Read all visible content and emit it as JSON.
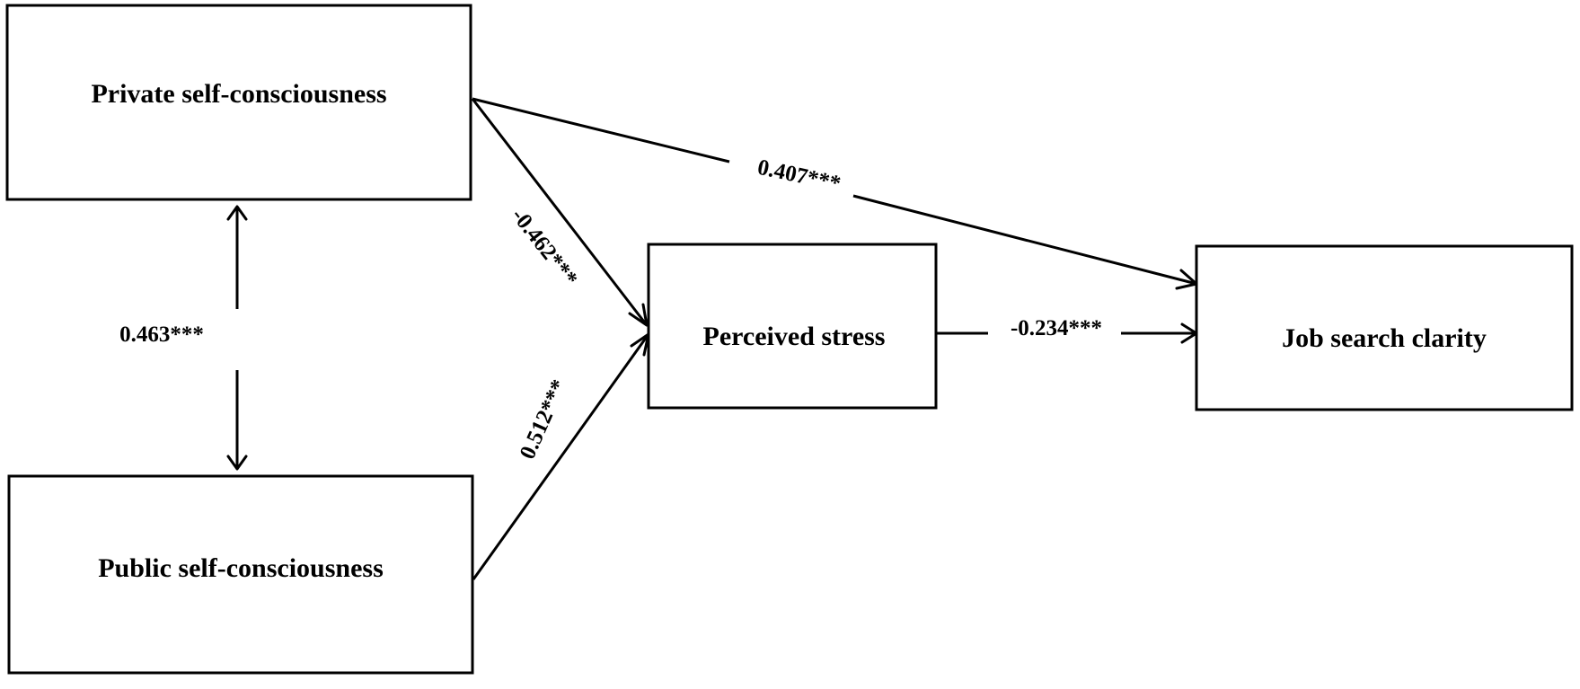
{
  "nodes": {
    "private": {
      "label": "Private self-consciousness"
    },
    "public": {
      "label": "Public self-consciousness"
    },
    "stress": {
      "label": "Perceived stress"
    },
    "clarity": {
      "label": "Job search clarity"
    }
  },
  "edges": {
    "private_public": {
      "coefficient": "0.463***"
    },
    "private_stress": {
      "coefficient": "-0.462***"
    },
    "public_stress": {
      "coefficient": "0.512***"
    },
    "private_clarity": {
      "coefficient": "0.407***"
    },
    "stress_clarity": {
      "coefficient": "-0.234***"
    }
  }
}
